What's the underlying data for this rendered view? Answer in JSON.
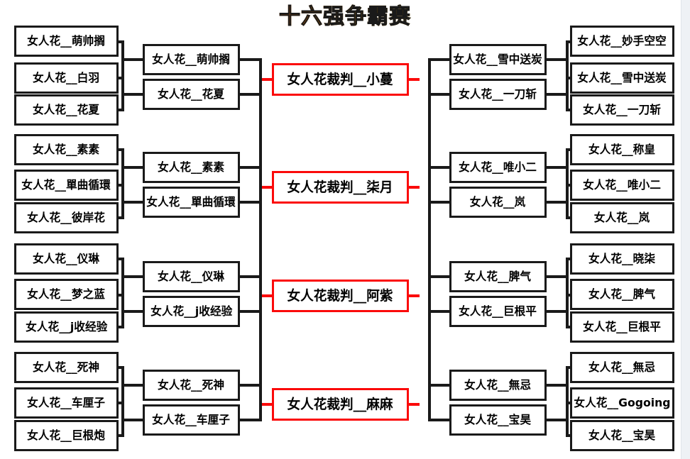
{
  "page": {
    "title": "十六强争霸赛",
    "title_gradient_start": "#e8100f",
    "title_gradient_end": "#ffe800",
    "node_border_color": "#1a1a1a",
    "finalist_border_color": "#fb0a0a",
    "background": "#ffffff"
  },
  "bracket": {
    "left": {
      "round1": [
        {
          "label": "女人花__萌帅搁"
        },
        {
          "label": "女人花__白羽"
        },
        {
          "label": "女人花__花夏"
        },
        {
          "label": "女人花__素素"
        },
        {
          "label": "女人花__單曲循環"
        },
        {
          "label": "女人花__彼岸花"
        },
        {
          "label": "女人花__仪琳"
        },
        {
          "label": "女人花__梦之蓝"
        },
        {
          "label": "女人花__j收经验"
        },
        {
          "label": "女人花__死神"
        },
        {
          "label": "女人花__车厘子"
        },
        {
          "label": "女人花__巨根炮"
        }
      ],
      "round2": [
        {
          "label": "女人花__萌帅搁"
        },
        {
          "label": "女人花__花夏"
        },
        {
          "label": "女人花__素素"
        },
        {
          "label": "女人花__單曲循環"
        },
        {
          "label": "女人花__仪琳"
        },
        {
          "label": "女人花__j收经验"
        },
        {
          "label": "女人花__死神"
        },
        {
          "label": "女人花__车厘子"
        }
      ]
    },
    "center": [
      {
        "label": "女人花裁判__小蔓"
      },
      {
        "label": "女人花裁判__柒月"
      },
      {
        "label": "女人花裁判__阿紫"
      },
      {
        "label": "女人花裁判__麻麻"
      }
    ],
    "right": {
      "round2": [
        {
          "label": "女人花__雪中送炭"
        },
        {
          "label": "女人花__一刀斩"
        },
        {
          "label": "女人花__唯小二"
        },
        {
          "label": "女人花__岚"
        },
        {
          "label": "女人花__脾气"
        },
        {
          "label": "女人花__巨根平"
        },
        {
          "label": "女人花__無忌"
        },
        {
          "label": "女人花__宝昊"
        }
      ],
      "round1": [
        {
          "label": "女人花__妙手空空"
        },
        {
          "label": "女人花__雪中送炭"
        },
        {
          "label": "女人花__一刀斩"
        },
        {
          "label": "女人花__称皇"
        },
        {
          "label": "女人花__唯小二"
        },
        {
          "label": "女人花__岚"
        },
        {
          "label": "女人花__晓柒"
        },
        {
          "label": "女人花__脾气"
        },
        {
          "label": "女人花__巨根平"
        },
        {
          "label": "女人花__無忌"
        },
        {
          "label": "女人花__Gogoing"
        },
        {
          "label": "女人花__宝昊"
        }
      ]
    }
  }
}
